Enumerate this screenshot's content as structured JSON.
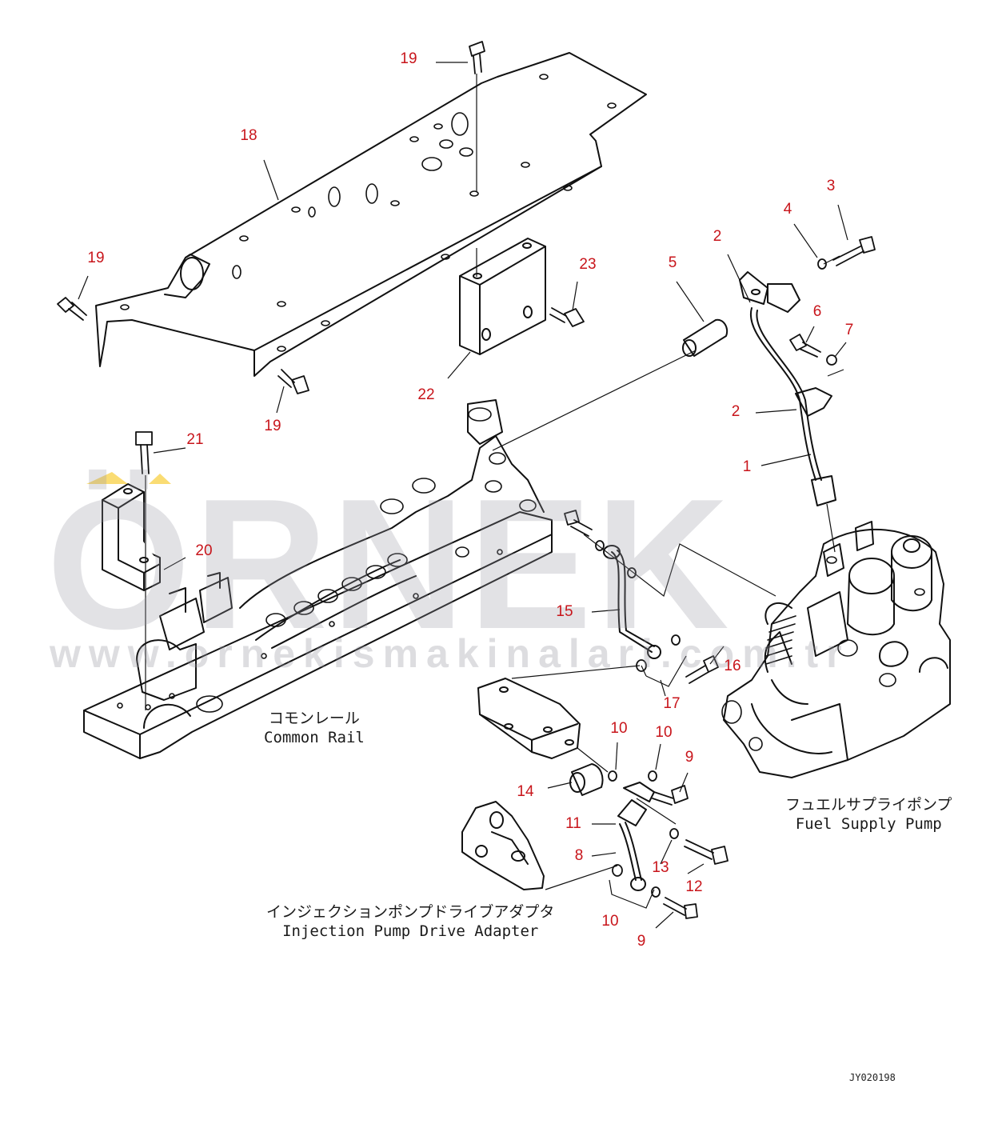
{
  "watermark": {
    "brand": "ÖRNEK",
    "url": "www.ornekismakinalari.com.tr",
    "accent_color": "#f5c000"
  },
  "callouts": {
    "c1": "1",
    "c2a": "2",
    "c2b": "2",
    "c3": "3",
    "c4": "4",
    "c5": "5",
    "c6": "6",
    "c7": "7",
    "c8": "8",
    "c9a": "9",
    "c9b": "9",
    "c10a": "10",
    "c10b": "10",
    "c10c": "10",
    "c11": "11",
    "c12": "12",
    "c13": "13",
    "c14": "14",
    "c15": "15",
    "c16": "16",
    "c17": "17",
    "c18": "18",
    "c19a": "19",
    "c19b": "19",
    "c19c": "19",
    "c20": "20",
    "c21": "21",
    "c22": "22",
    "c23": "23"
  },
  "captions": {
    "common_rail_jp": "コモンレール",
    "common_rail_en": "Common Rail",
    "pump_jp": "フュエルサプライポンプ",
    "pump_en": "Fuel Supply Pump",
    "adapter_jp": "インジェクションポンプドライブアダプタ",
    "adapter_en": "Injection Pump Drive Adapter"
  },
  "drawing_code": "JY020198",
  "colors": {
    "callout": "#c8151b",
    "line": "#111111",
    "watermark": "#9696a0"
  }
}
